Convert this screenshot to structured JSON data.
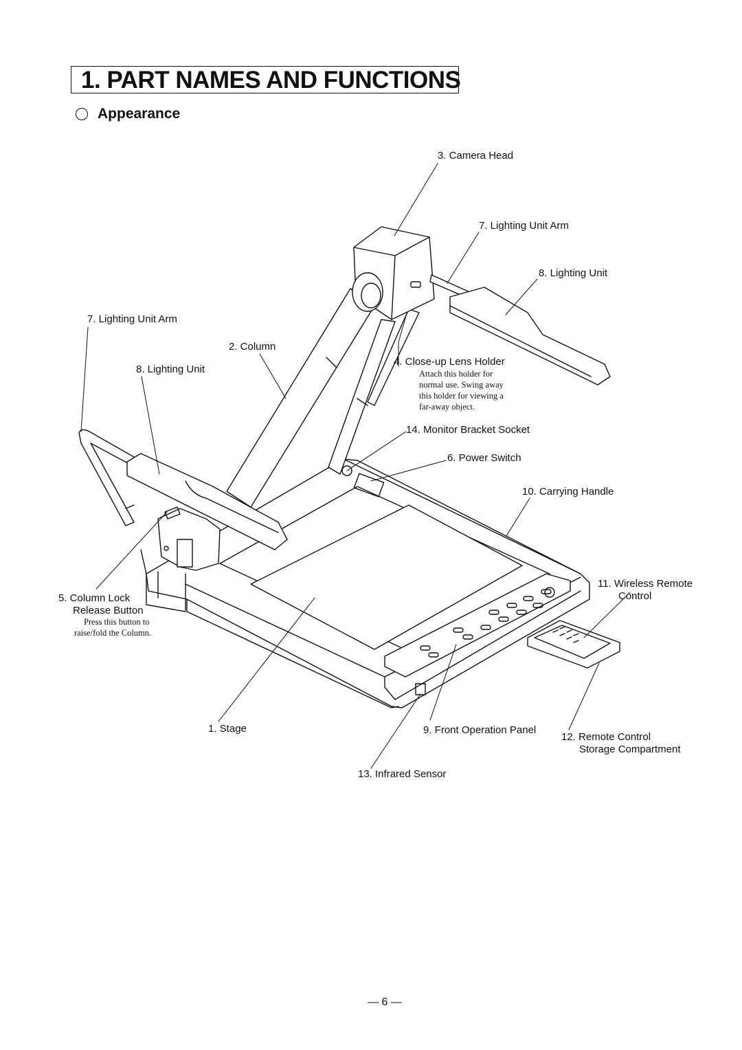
{
  "header": {
    "title": "1. PART NAMES AND FUNCTIONS"
  },
  "section": {
    "title": "Appearance"
  },
  "labels": {
    "camera_head": "3. Camera Head",
    "lighting_unit_arm_right": "7. Lighting Unit Arm",
    "lighting_unit_right": "8. Lighting Unit",
    "lighting_unit_arm_left": "7. Lighting Unit Arm",
    "column": "2. Column",
    "lighting_unit_left": "8. Lighting Unit",
    "closeup_lens_holder": "4. Close-up Lens Holder",
    "monitor_bracket_socket": "14. Monitor Bracket Socket",
    "power_switch": "6. Power Switch",
    "carrying_handle": "10. Carrying Handle",
    "wireless_remote_line1": "11. Wireless Remote",
    "wireless_remote_line2": "Control",
    "column_lock_line1": "5. Column Lock",
    "column_lock_line2": "Release Button",
    "stage": "1. Stage",
    "front_operation_panel": "9. Front Operation Panel",
    "remote_storage_line1": "12. Remote Control",
    "remote_storage_line2": "Storage Compartment",
    "infrared_sensor": "13. Infrared Sensor"
  },
  "notes": {
    "closeup_line1": "Attach this holder for",
    "closeup_line2": "normal use.  Swing away",
    "closeup_line3": "this holder for viewing a",
    "closeup_line4": "far-away object.",
    "column_lock_line1": "Press this button to",
    "column_lock_line2": "raise/fold the Column."
  },
  "footer": {
    "page_number": "—  6  —"
  }
}
